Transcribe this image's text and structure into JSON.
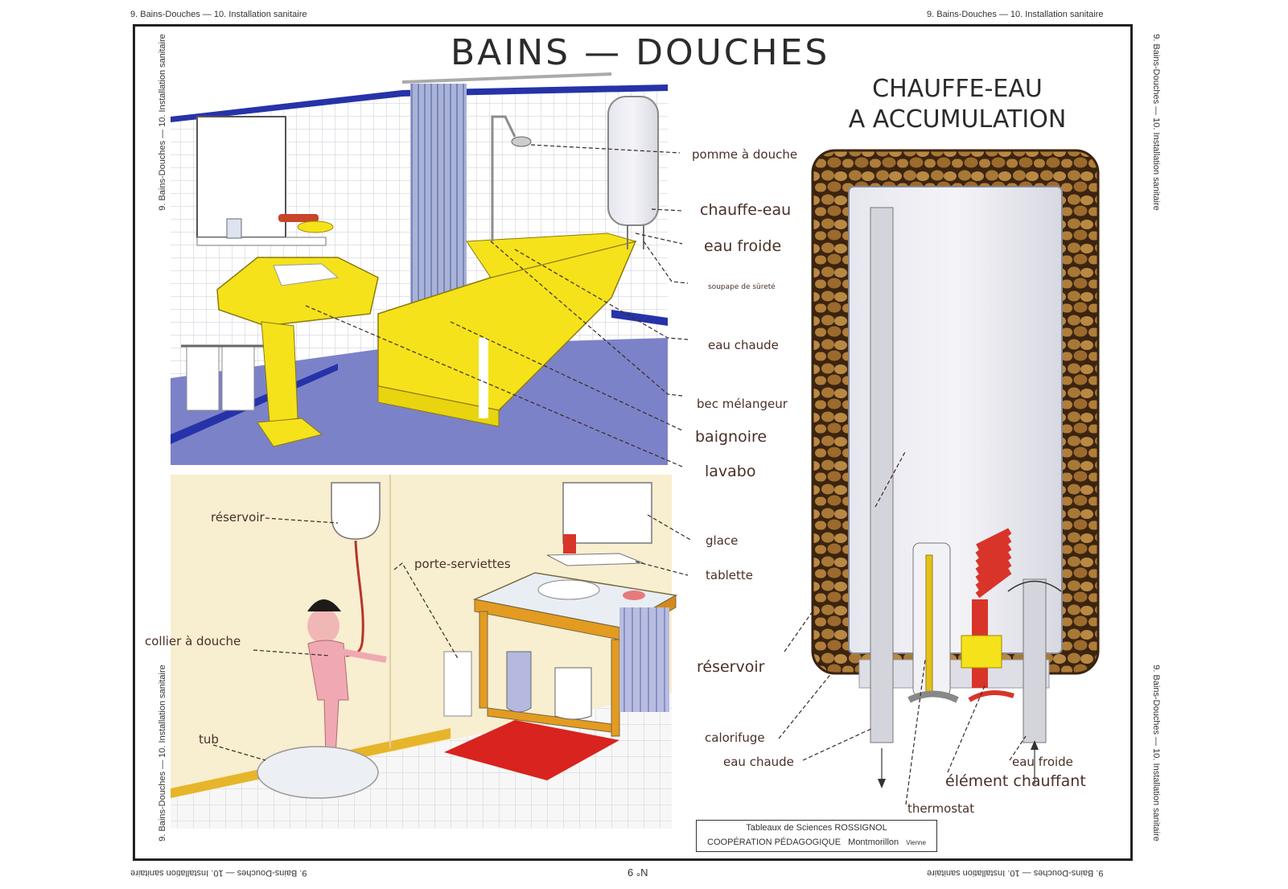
{
  "header": {
    "top_left": "9. Bains-Douches — 10. Installation sanitaire",
    "top_right": "9. Bains-Douches — 10. Installation sanitaire",
    "left_top": "9. Bains-Douches — 10. Installation sanitaire",
    "left_bottom": "9. Bains-Douches — 10. Installation sanitaire",
    "right_top": "9. Bains-Douches — 10. Installation sanitaire",
    "right_bottom": "9. Bains-Douches — 10. Installation sanitaire",
    "bottom_left": "9. Bains-Douches — 10. Installation sanitaire",
    "bottom_right": "9. Bains-Douches — 10. Installation sanitaire",
    "page_number": "N° 9"
  },
  "title": "BAINS — DOUCHES",
  "subtitle": {
    "line1": "CHAUFFE-EAU",
    "line2": "A ACCUMULATION"
  },
  "bathroom_labels": {
    "pomme": "pomme à douche",
    "chauffe_eau": "chauffe-eau",
    "eau_froide": "eau froide",
    "soupape": "soupape de sûreté",
    "eau_chaude": "eau chaude",
    "bec": "bec mélangeur",
    "baignoire": "baignoire",
    "lavabo": "lavabo"
  },
  "shower_labels": {
    "reservoir": "réservoir",
    "porte_serviettes": "porte-serviettes",
    "glace": "glace",
    "tablette": "tablette",
    "collier": "collier à douche",
    "tub": "tub"
  },
  "heater_labels": {
    "reservoir": "réservoir",
    "calorifuge": "calorifuge",
    "eau_chaude": "eau chaude",
    "eau_froide": "eau froide",
    "element": "élément chauffant",
    "thermostat": "thermostat"
  },
  "credit": {
    "line1": "Tableaux de Sciences ROSSIGNOL",
    "line2": "COOPÉRATION PÉDAGOGIQUE",
    "place": "Montmorillon",
    "region": "Vienne"
  },
  "colors": {
    "yellow": "#f5e21a",
    "blue": "#2633a8",
    "floor": "#7c82c8",
    "insulation": "#8a5a1c",
    "rug": "#d8231e"
  }
}
